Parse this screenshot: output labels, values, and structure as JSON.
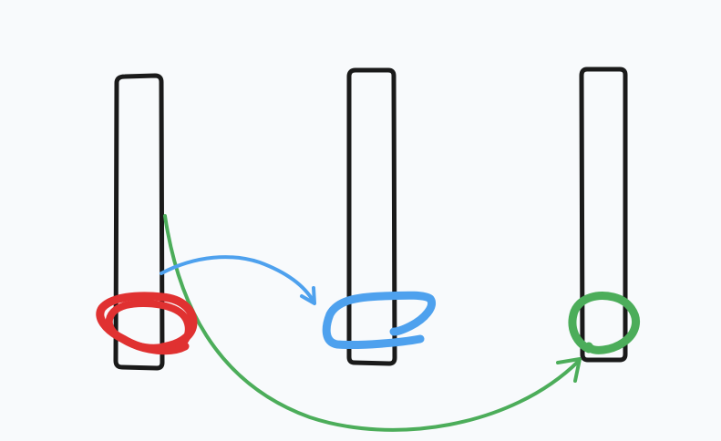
{
  "colors": {
    "background": "#f8fafc",
    "rod": "#1a1a1a",
    "ring_red": "#e03131",
    "ring_blue": "#4ea1ee",
    "ring_green": "#4cad5a",
    "arrow_blue": "#4ea1ee",
    "arrow_green": "#4cad5a"
  },
  "diagram": {
    "rods": [
      {
        "name": "rod-left"
      },
      {
        "name": "rod-middle"
      },
      {
        "name": "rod-right"
      }
    ],
    "rings": [
      {
        "name": "ring-red",
        "color": "red"
      },
      {
        "name": "ring-blue",
        "color": "blue"
      },
      {
        "name": "ring-green",
        "color": "green"
      }
    ],
    "arrows": [
      {
        "name": "arrow-blue",
        "from": "rod-left",
        "to": "rod-middle"
      },
      {
        "name": "arrow-green",
        "from": "rod-left",
        "to": "rod-right"
      }
    ]
  }
}
